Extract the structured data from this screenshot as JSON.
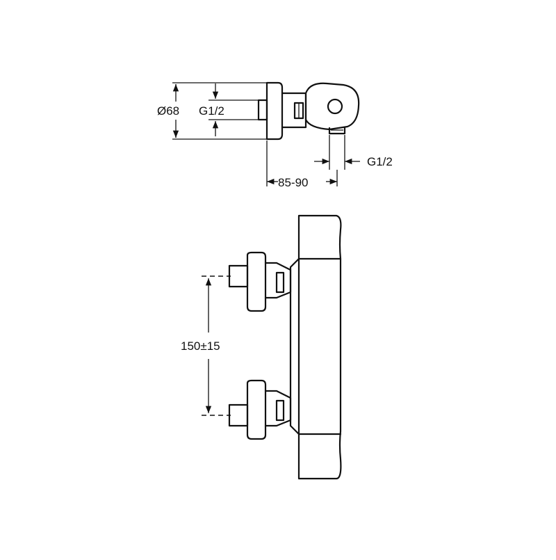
{
  "dimensions": {
    "outer_diameter": "Ø68",
    "inlet_thread": "G1/2",
    "outlet_thread": "G1/2",
    "wall_distance": "85-90",
    "inlet_spacing": "150±15"
  },
  "colors": {
    "line": "#111111",
    "background": "#ffffff"
  }
}
